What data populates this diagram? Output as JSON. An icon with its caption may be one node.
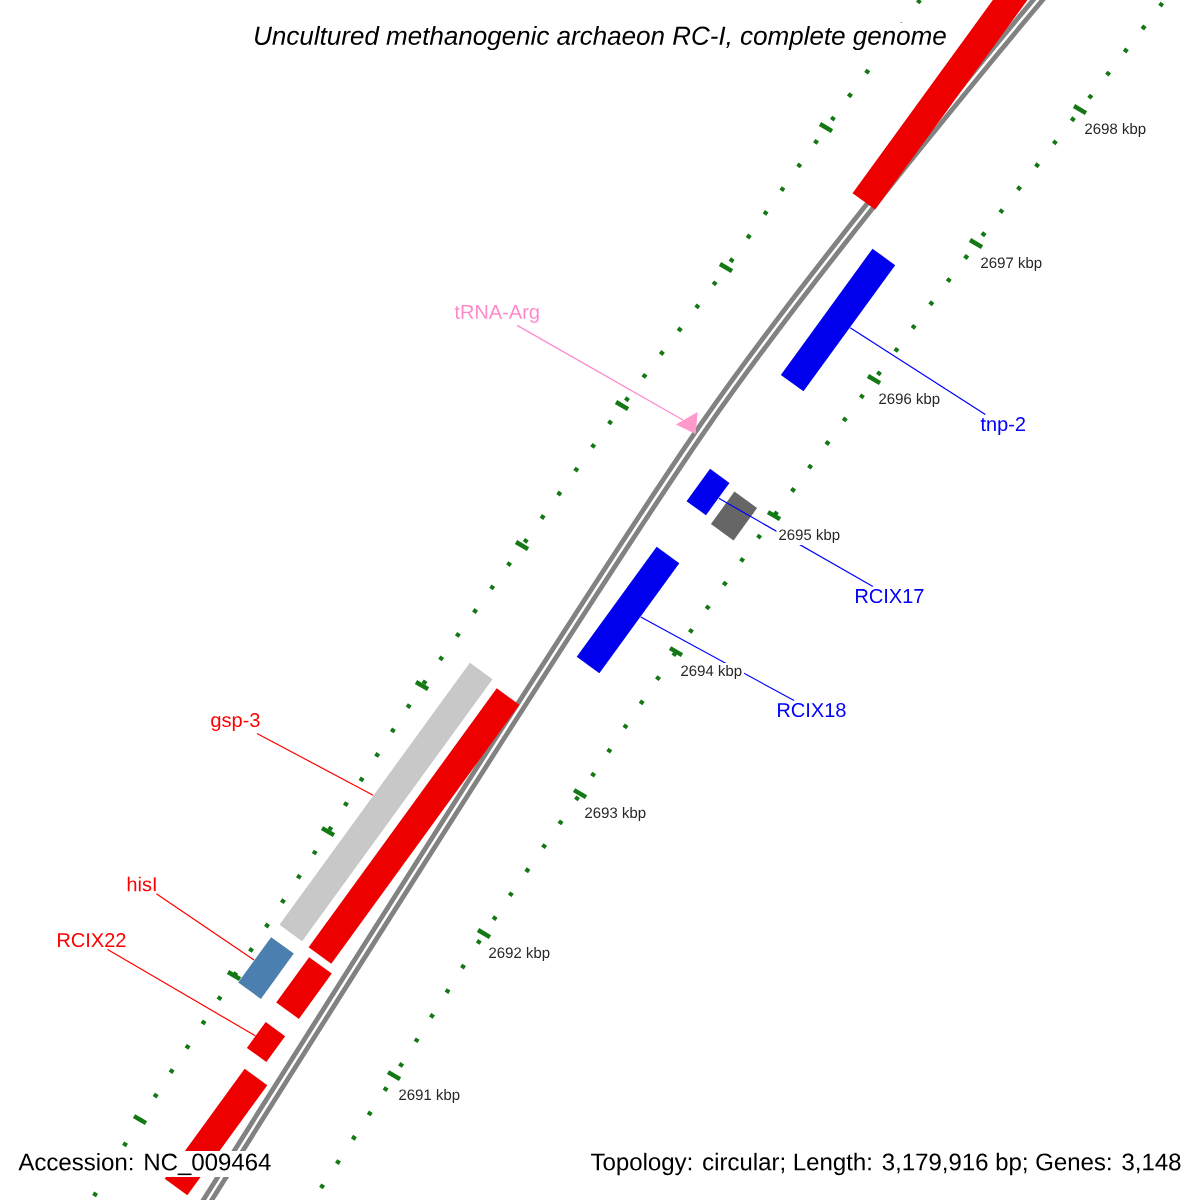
{
  "diagram": {
    "title": "Uncultured methanogenic archaeon RC-I, complete genome",
    "nodes": [
      {
        "text": [
          "tRNA-Arg"
        ]
      },
      {
        "text": [
          "tnp-2"
        ]
      },
      {
        "text": [
          "RCIX17"
        ]
      },
      {
        "text": [
          "RCIX18"
        ]
      },
      {
        "text": [
          "gsp-3"
        ]
      },
      {
        "text": [
          "hisI"
        ]
      },
      {
        "text": [
          "RCIX22"
        ]
      },
      {
        "text": [],
        "shape": "triangle"
      },
      {
        "text": [],
        "shape": "bar"
      },
      {
        "text": [],
        "shape": "bar"
      },
      {
        "text": [],
        "shape": "bar"
      },
      {
        "text": [],
        "shape": "bar"
      },
      {
        "text": [],
        "shape": "bar"
      },
      {
        "text": [],
        "shape": "bar"
      },
      {
        "text": [],
        "shape": "bar"
      },
      {
        "text": [],
        "shape": "bar"
      },
      {
        "text": [],
        "shape": "bar"
      },
      {
        "text": [],
        "shape": "bar"
      },
      {
        "text": [],
        "shape": "bar"
      }
    ],
    "edges": [
      {
        "from": 0,
        "to": 7,
        "arrow": "none",
        "color": "#ff88cc"
      },
      {
        "from": 1,
        "to": 8,
        "arrow": "none",
        "color": "#0000ff"
      },
      {
        "from": 2,
        "to": 9,
        "arrow": "none",
        "color": "#0000ff"
      },
      {
        "from": 3,
        "to": 10,
        "arrow": "none",
        "color": "#0000ff"
      },
      {
        "from": 4,
        "to": 11,
        "arrow": "none",
        "color": "#ff0000"
      },
      {
        "from": 5,
        "to": 12,
        "arrow": "none",
        "color": "#ff0000"
      },
      {
        "from": 6,
        "to": 13,
        "arrow": "none",
        "color": "#ff0000"
      }
    ],
    "labels": [
      "2698 kbp",
      "2697 kbp",
      "2696 kbp",
      "2695 kbp",
      "2694 kbp",
      "2693 kbp",
      "2692 kbp",
      "2691 kbp",
      "Accession: NC_009464",
      "Topology: circular; Length: 3,179,916 bp; Genes: 3,148"
    ]
  }
}
